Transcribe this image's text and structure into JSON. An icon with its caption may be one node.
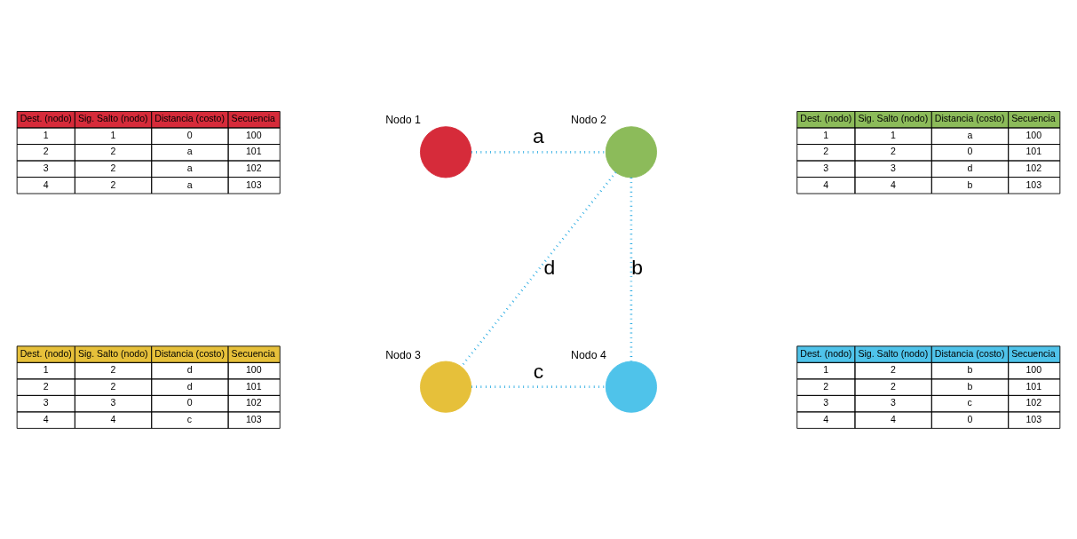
{
  "diagram": {
    "nodes": [
      {
        "text": [],
        "shape": "circle",
        "beside": [
          "Nodo 1"
        ]
      },
      {
        "text": [],
        "shape": "circle",
        "beside": [
          "Nodo 2"
        ]
      },
      {
        "text": [],
        "shape": "circle",
        "beside": [
          "Nodo 3"
        ]
      },
      {
        "text": [],
        "shape": "circle",
        "beside": [
          "Nodo 4"
        ]
      }
    ],
    "edges": [
      {
        "from": 0,
        "to": 1,
        "arrow": "none",
        "label": "a"
      },
      {
        "from": 1,
        "to": 2,
        "arrow": "none",
        "label": "d"
      },
      {
        "from": 1,
        "to": 3,
        "arrow": "none",
        "label": "b"
      },
      {
        "from": 2,
        "to": 3,
        "arrow": "none",
        "label": "c"
      }
    ],
    "labels": [
      "Dest. (nodo)",
      "Sig. Salto (nodo)",
      "Distancia (costo)",
      "Secuencia",
      "1",
      "1",
      "0",
      "100",
      "2",
      "2",
      "a",
      "101",
      "3",
      "2",
      "a",
      "102",
      "4",
      "2",
      "a",
      "103",
      "Dest. (nodo)",
      "Sig. Salto (nodo)",
      "Distancia (costo)",
      "Secuencia",
      "1",
      "1",
      "a",
      "100",
      "2",
      "2",
      "0",
      "101",
      "3",
      "3",
      "d",
      "102",
      "4",
      "4",
      "b",
      "103",
      "Dest. (nodo)",
      "Sig. Salto (nodo)",
      "Distancia (costo)",
      "Secuencia",
      "1",
      "2",
      "d",
      "100",
      "2",
      "2",
      "d",
      "101",
      "3",
      "3",
      "0",
      "102",
      "4",
      "4",
      "c",
      "103",
      "Dest. (nodo)",
      "Sig. Salto (nodo)",
      "Distancia (costo)",
      "Secuencia",
      "1",
      "2",
      "b",
      "100",
      "2",
      "2",
      "b",
      "101",
      "3",
      "3",
      "c",
      "102",
      "4",
      "4",
      "0",
      "103"
    ]
  }
}
